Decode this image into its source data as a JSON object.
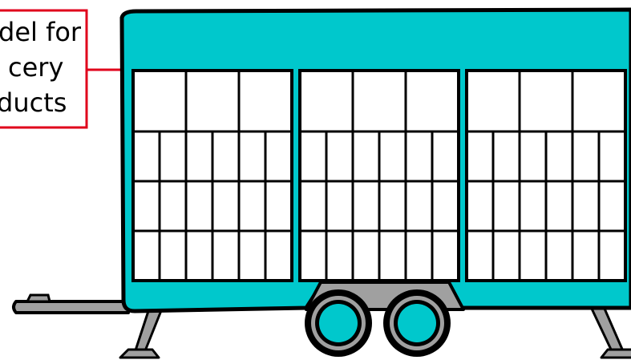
{
  "callout": {
    "lines": [
      "del for",
      "cery",
      "ducts"
    ]
  },
  "colors": {
    "trailer_body": "#00c8cc",
    "callout_border": "#e0001b",
    "outline": "#000000",
    "chassis": "#a0a0a0",
    "panel_fill": "#ffffff"
  }
}
